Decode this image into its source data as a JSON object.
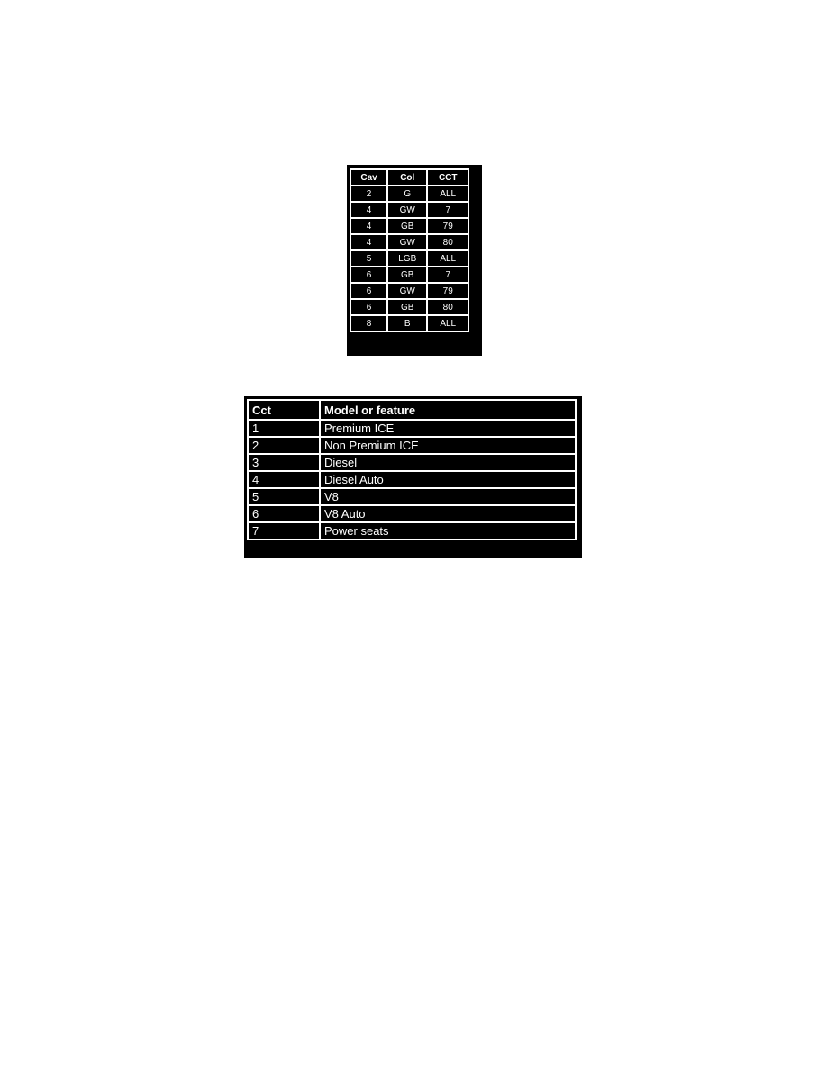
{
  "cavity_table": {
    "headers": [
      "Cav",
      "Col",
      "CCT"
    ],
    "rows": [
      [
        "2",
        "G",
        "ALL"
      ],
      [
        "4",
        "GW",
        "7"
      ],
      [
        "4",
        "GB",
        "79"
      ],
      [
        "4",
        "GW",
        "80"
      ],
      [
        "5",
        "LGB",
        "ALL"
      ],
      [
        "6",
        "GB",
        "7"
      ],
      [
        "6",
        "GW",
        "79"
      ],
      [
        "6",
        "GB",
        "80"
      ],
      [
        "8",
        "B",
        "ALL"
      ]
    ]
  },
  "circuit_table": {
    "headers": [
      "Cct",
      "Model or feature"
    ],
    "rows": [
      [
        "1",
        "Premium ICE"
      ],
      [
        "2",
        "Non Premium ICE"
      ],
      [
        "3",
        "Diesel"
      ],
      [
        "4",
        "Diesel Auto"
      ],
      [
        "5",
        "V8"
      ],
      [
        "6",
        "V8 Auto"
      ],
      [
        "7",
        "Power seats"
      ]
    ]
  }
}
